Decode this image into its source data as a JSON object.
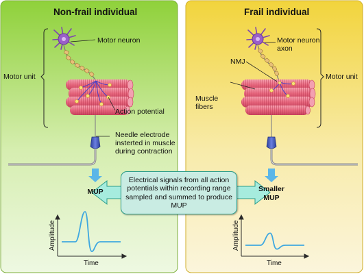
{
  "panels": {
    "left": {
      "title": "Non-frail individual",
      "color_top": "#8fd13a",
      "color_bottom": "#eaf6d8"
    },
    "right": {
      "title": "Frail individual",
      "color_top": "#f2d43c",
      "color_bottom": "#faf3d6"
    }
  },
  "labels": {
    "motor_neuron_left": "Motor neuron",
    "motor_unit_left": "Motor unit",
    "action_potential": "Action potential",
    "needle_line1": "Needle electrode",
    "needle_line2": "insterted in muscle",
    "needle_line3": "during contraction",
    "motor_neuron_axon_line1": "Motor neuron",
    "motor_neuron_axon_line2": "axon",
    "nmj": "NMJ",
    "motor_unit_right": "Motor unit",
    "muscle_fibers_line1": "Muscle",
    "muscle_fibers_line2": "fibers"
  },
  "mup": {
    "left": "MUP",
    "right_line1": "Smaller",
    "right_line2": "MUP"
  },
  "center_text": "Electrical signals from all action potentials within recording range sampled and summed to produce MUP",
  "graphs": {
    "left": {
      "ylabel": "Amplitude",
      "xlabel": "Time",
      "relative_amplitude": 1.0
    },
    "right": {
      "ylabel": "Amplitude",
      "xlabel": "Time",
      "relative_amplitude": 0.4
    }
  },
  "colors": {
    "muscle": "#e8687f",
    "muscle_dark": "#c7425d",
    "neuron": "#9a5fc9",
    "axon_myelin": "#e8c07a",
    "electrode": "#3e54b8",
    "arrow": "#5bb6e8",
    "center_arrow": "#a6ecde",
    "trace": "#3fa8e0"
  }
}
